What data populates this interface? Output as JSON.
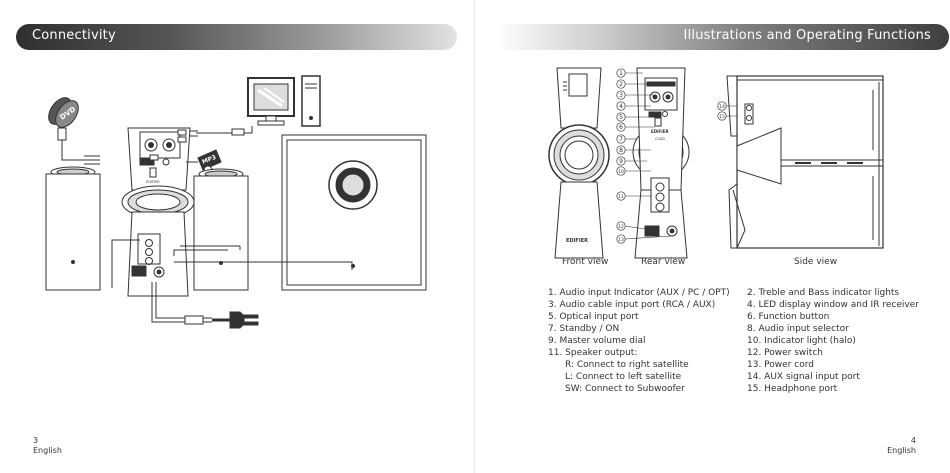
{
  "left_page": {
    "header": {
      "title": "Connectivity"
    },
    "diagram": {
      "dvd_label": "DVD",
      "mp3_label": "MP3",
      "brand_label": "EDIFIER",
      "model_label": "C2XD"
    },
    "footer": {
      "page_number": "3",
      "language": "English"
    }
  },
  "right_page": {
    "header": {
      "title": "Illustrations and Operating Functions"
    },
    "views": {
      "front": "Front view",
      "rear": "Rear view",
      "side": "Side view"
    },
    "diagram": {
      "brand_label": "EDIFIER",
      "model_label": "C2XD",
      "callouts": [
        "1",
        "2",
        "3",
        "4",
        "5",
        "6",
        "7",
        "8",
        "9",
        "10",
        "11",
        "12",
        "13",
        "14",
        "15"
      ]
    },
    "legend": {
      "col1": [
        "1. Audio input Indicator (AUX / PC / OPT)",
        "3. Audio cable input port (RCA / AUX)",
        "5. Optical input port",
        "7. Standby / ON",
        "9. Master volume dial",
        "11. Speaker output:"
      ],
      "col1_sub": [
        "R: Connect to right satellite",
        "L: Connect to left satellite",
        "SW: Connect to Subwoofer"
      ],
      "col2": [
        "2. Treble and Bass indicator lights",
        "4. LED display window and IR receiver",
        "6. Function button",
        "8. Audio input selector",
        "10. Indicator light (halo)",
        "12. Power switch",
        "13. Power cord",
        "14. AUX signal input port",
        "15. Headphone port"
      ]
    },
    "footer": {
      "page_number": "4",
      "language": "English"
    }
  },
  "colors": {
    "banner_dark": "#2f2f2f",
    "banner_light": "#e2e2e2",
    "line": "#333333"
  }
}
